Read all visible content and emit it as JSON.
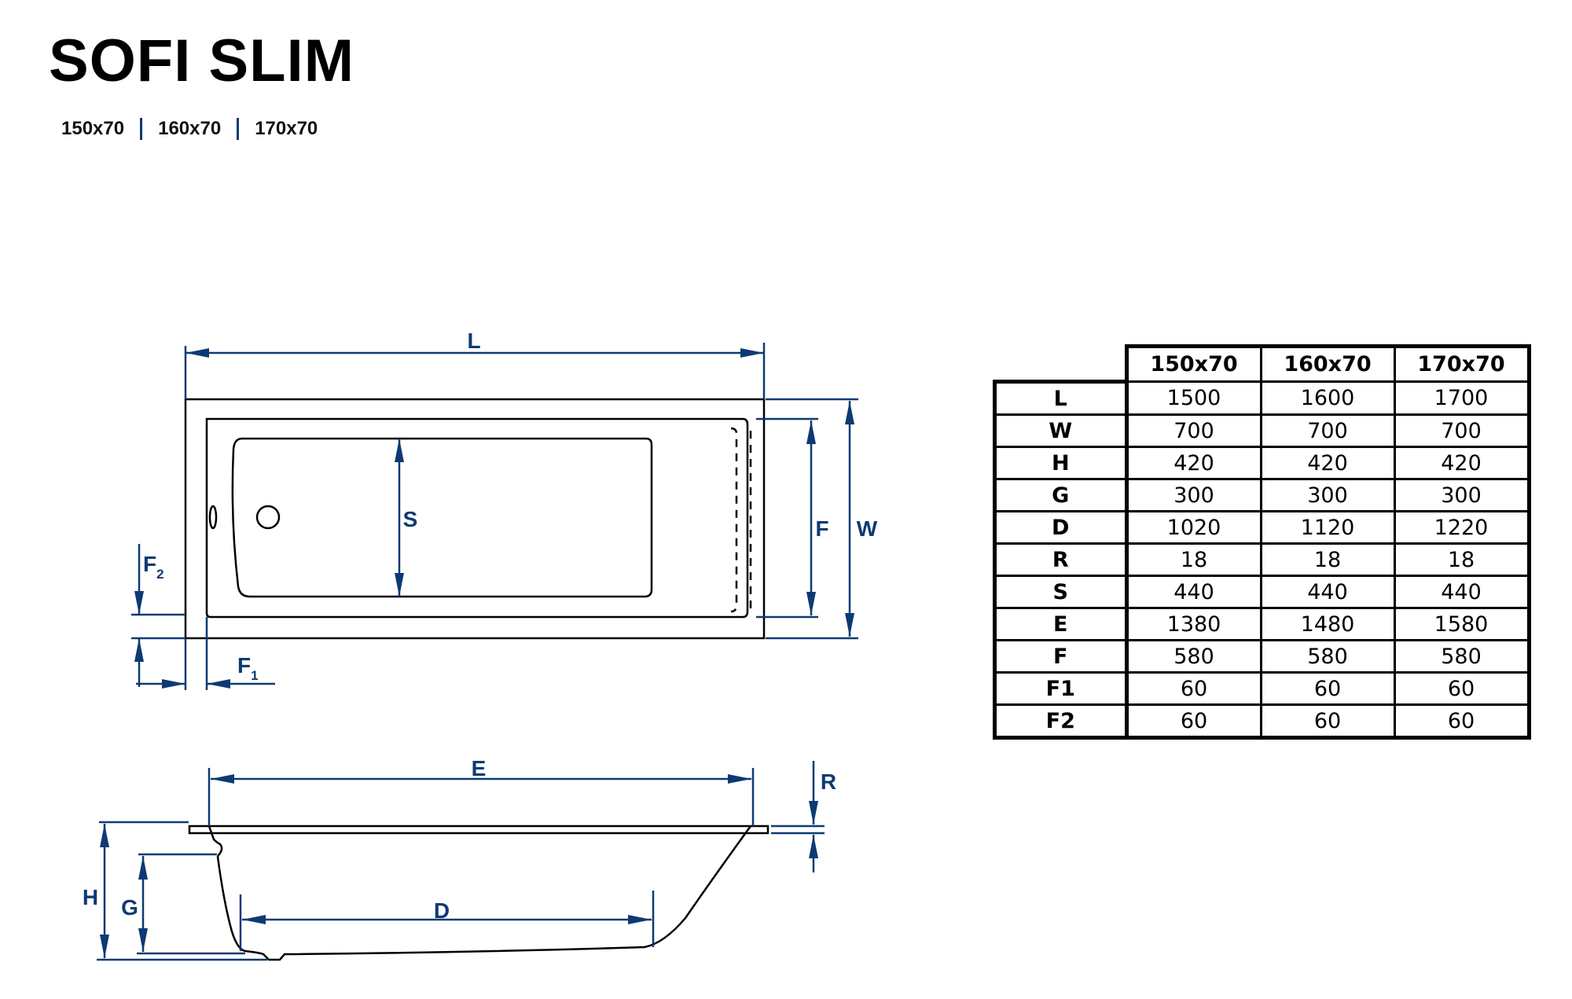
{
  "title": "SOFI SLIM",
  "variants": [
    "150x70",
    "160x70",
    "170x70"
  ],
  "colors": {
    "dimension": "#0d3a73",
    "outline": "#000000"
  },
  "drawing_labels": {
    "L": "L",
    "W": "W",
    "S": "S",
    "F": "F",
    "F2": "F",
    "F2_sub": "2",
    "F1": "F",
    "F1_sub": "1",
    "E": "E",
    "R": "R",
    "H": "H",
    "G": "G",
    "D": "D"
  },
  "table": {
    "columns": [
      "150x70",
      "160x70",
      "170x70"
    ],
    "rows": [
      {
        "key": "L",
        "values": [
          "1500",
          "1600",
          "1700"
        ]
      },
      {
        "key": "W",
        "values": [
          "700",
          "700",
          "700"
        ]
      },
      {
        "key": "H",
        "values": [
          "420",
          "420",
          "420"
        ]
      },
      {
        "key": "G",
        "values": [
          "300",
          "300",
          "300"
        ]
      },
      {
        "key": "D",
        "values": [
          "1020",
          "1120",
          "1220"
        ]
      },
      {
        "key": "R",
        "values": [
          "18",
          "18",
          "18"
        ]
      },
      {
        "key": "S",
        "values": [
          "440",
          "440",
          "440"
        ]
      },
      {
        "key": "E",
        "values": [
          "1380",
          "1480",
          "1580"
        ]
      },
      {
        "key": "F",
        "values": [
          "580",
          "580",
          "580"
        ]
      },
      {
        "key": "F1",
        "values": [
          "60",
          "60",
          "60"
        ]
      },
      {
        "key": "F2",
        "values": [
          "60",
          "60",
          "60"
        ]
      }
    ]
  }
}
